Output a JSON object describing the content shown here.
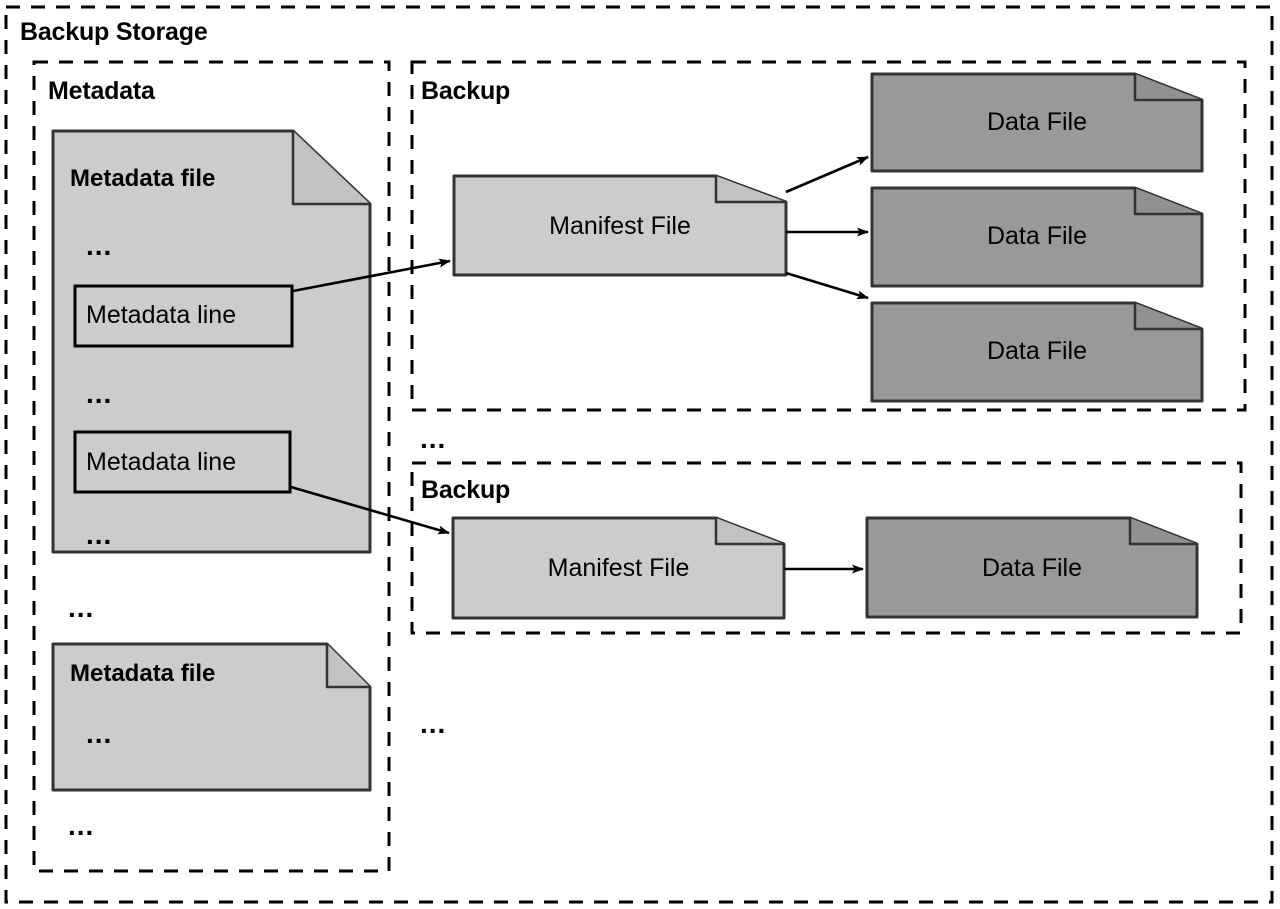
{
  "diagram": {
    "title": "Backup Storage",
    "outer_border_style": "dashed",
    "colors": {
      "background": "#ffffff",
      "stroke": "#000000",
      "metadata_fill": "#cccccc",
      "manifest_fill": "#cccccc",
      "data_file_fill": "#999999",
      "metadata_line_fill": "#cccccc",
      "fold_fill": "#c4c4c4"
    },
    "panels": [
      {
        "id": "metadata-panel",
        "title": "Metadata",
        "border_style": "dashed",
        "documents": [
          {
            "id": "metadata-file-1",
            "title": "Metadata file",
            "shape": "document-folded-corner",
            "fill": "#cccccc",
            "contents": [
              {
                "type": "ellipsis",
                "text": "..."
              },
              {
                "type": "metadata-line",
                "text": "Metadata line"
              },
              {
                "type": "ellipsis",
                "text": "..."
              },
              {
                "type": "metadata-line",
                "text": "Metadata line"
              },
              {
                "type": "ellipsis",
                "text": "..."
              }
            ]
          },
          {
            "id": "metadata-file-2",
            "title": "Metadata file",
            "shape": "document-folded-corner",
            "fill": "#cccccc",
            "contents": [
              {
                "type": "ellipsis",
                "text": "..."
              }
            ]
          }
        ],
        "separators": [
          {
            "id": "metadata-files-ellipsis-1",
            "text": "..."
          },
          {
            "id": "metadata-files-ellipsis-2",
            "text": "..."
          }
        ]
      },
      {
        "id": "backup-panel-1",
        "title": "Backup",
        "border_style": "dashed",
        "manifest": {
          "id": "manifest-file-1",
          "label": "Manifest File",
          "shape": "document-folded-corner",
          "fill": "#cccccc"
        },
        "data_files": [
          {
            "id": "data-file-1-1",
            "label": "Data File",
            "shape": "document-folded-corner",
            "fill": "#999999"
          },
          {
            "id": "data-file-1-2",
            "label": "Data File",
            "shape": "document-folded-corner",
            "fill": "#999999"
          },
          {
            "id": "data-file-1-3",
            "label": "Data File",
            "shape": "document-folded-corner",
            "fill": "#999999"
          }
        ]
      },
      {
        "id": "backup-panel-2",
        "title": "Backup",
        "border_style": "dashed",
        "manifest": {
          "id": "manifest-file-2",
          "label": "Manifest File",
          "shape": "document-folded-corner",
          "fill": "#cccccc"
        },
        "data_files": [
          {
            "id": "data-file-2-1",
            "label": "Data File",
            "shape": "document-folded-corner",
            "fill": "#999999"
          }
        ]
      }
    ],
    "backup_separators": [
      {
        "id": "backups-ellipsis-1",
        "text": "..."
      },
      {
        "id": "backups-ellipsis-2",
        "text": "..."
      }
    ],
    "connectors": [
      {
        "id": "edge-metadata-line-1-to-manifest-1",
        "from": "metadata-line-1",
        "to": "manifest-file-1",
        "arrow": true
      },
      {
        "id": "edge-metadata-line-2-to-manifest-2",
        "from": "metadata-line-2",
        "to": "manifest-file-2",
        "arrow": true
      },
      {
        "id": "edge-manifest-1-to-data-1-1",
        "from": "manifest-file-1",
        "to": "data-file-1-1",
        "arrow": true
      },
      {
        "id": "edge-manifest-1-to-data-1-2",
        "from": "manifest-file-1",
        "to": "data-file-1-2",
        "arrow": true
      },
      {
        "id": "edge-manifest-1-to-data-1-3",
        "from": "manifest-file-1",
        "to": "data-file-1-3",
        "arrow": true
      },
      {
        "id": "edge-manifest-2-to-data-2-1",
        "from": "manifest-file-2",
        "to": "data-file-2-1",
        "arrow": true
      }
    ]
  }
}
